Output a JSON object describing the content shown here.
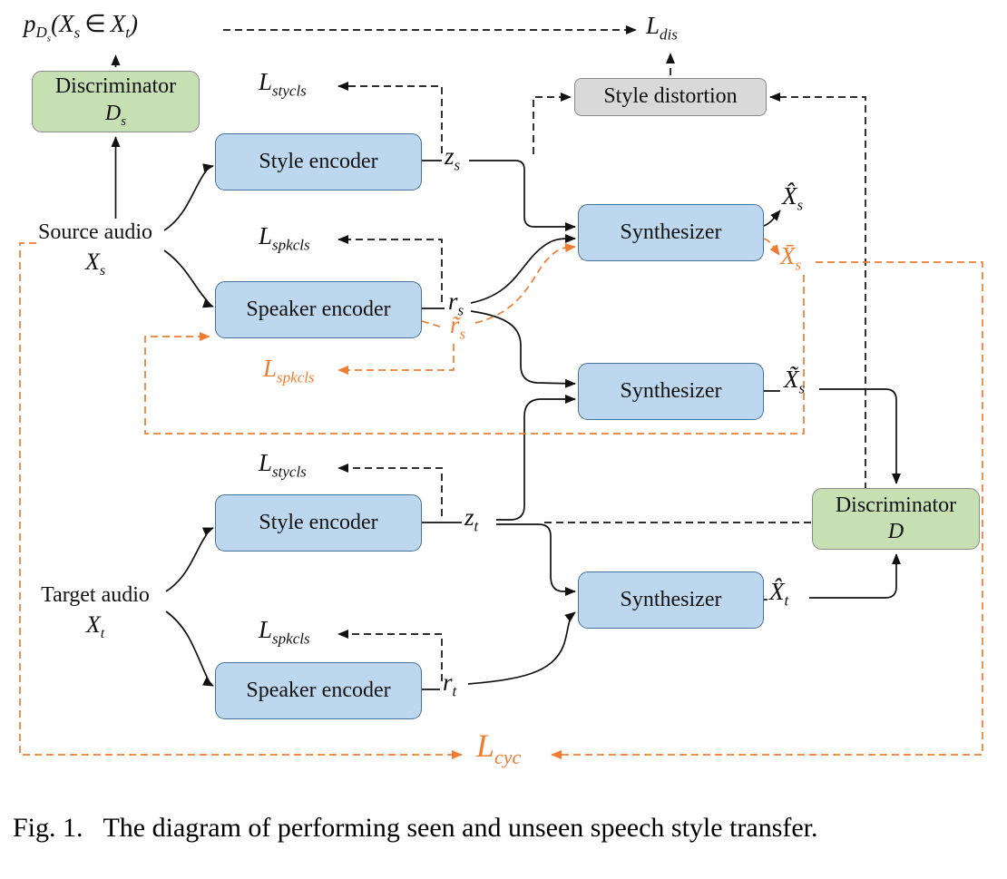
{
  "caption": "Fig. 1.   The diagram of performing seen and unseen speech style transfer.",
  "colors": {
    "accent_orange": "#ED7D31",
    "box_blue": "#BDD7EE",
    "box_green": "#C6E0B4",
    "box_gray": "#D9D9D9",
    "line_black": "#111111"
  },
  "boxes": {
    "discriminator_s": {
      "line1": "Discriminator",
      "sym": "D",
      "sub": "s"
    },
    "style_distortion": {
      "label": "Style distortion"
    },
    "style_encoder_s": {
      "label": "Style encoder"
    },
    "speaker_encoder_s": {
      "label": "Speaker encoder"
    },
    "synthesizer_1": {
      "label": "Synthesizer"
    },
    "synthesizer_2": {
      "label": "Synthesizer"
    },
    "synthesizer_3": {
      "label": "Synthesizer"
    },
    "style_encoder_t": {
      "label": "Style encoder"
    },
    "speaker_encoder_t": {
      "label": "Speaker encoder"
    },
    "discriminator_d": {
      "line1": "Discriminator",
      "sym": "D"
    }
  },
  "labels": {
    "p_expr": {
      "p": "p",
      "D": "D",
      "Ds": "s",
      "open": "(",
      "X1": "X",
      "s1": "s",
      "in": "∈",
      "X2": "X",
      "t1": "t",
      "close": ")"
    },
    "l_dis": {
      "main": "L",
      "sub": "dis"
    },
    "l_stycls_top": {
      "main": "L",
      "sub": "stycls"
    },
    "l_spkcls_top": {
      "main": "L",
      "sub": "spkcls"
    },
    "l_spkcls_orange": {
      "main": "L",
      "sub": "spkcls"
    },
    "l_stycls_bottom": {
      "main": "L",
      "sub": "stycls"
    },
    "l_spkcls_bottom": {
      "main": "L",
      "sub": "spkcls"
    },
    "l_cyc": {
      "main": "L",
      "sub": "cyc"
    },
    "z_s": {
      "main": "z",
      "sub": "s"
    },
    "r_s": {
      "main": "r",
      "sub": "s"
    },
    "r_tilde_s": {
      "main": "r̃",
      "sub": "s"
    },
    "z_t": {
      "main": "z",
      "sub": "t"
    },
    "r_t": {
      "main": "r",
      "sub": "t"
    },
    "x_hat_s": {
      "main": "X̂",
      "sub": "s"
    },
    "x_bar_s": {
      "main": "X̄",
      "sub": "s"
    },
    "x_tilde_s": {
      "main": "X̃",
      "sub": "s"
    },
    "x_hat_t": {
      "main": "X̂",
      "sub": "t"
    },
    "source_audio": {
      "line1": "Source audio",
      "sym": "X",
      "sub": "s"
    },
    "target_audio": {
      "line1": "Target audio",
      "sym": "X",
      "sub": "t"
    }
  }
}
